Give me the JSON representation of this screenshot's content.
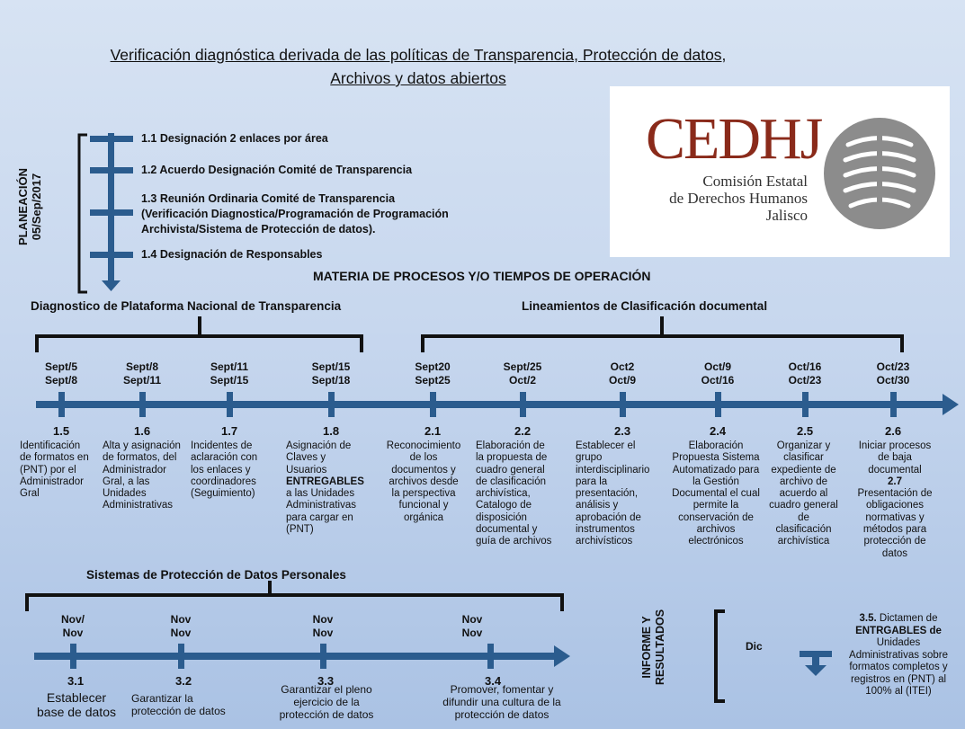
{
  "title": {
    "line1": "Verificación diagnóstica derivada de las políticas de Transparencia, Protección de datos,",
    "line2": "Archivos y datos abiertos"
  },
  "logo": {
    "acronym": "CEDHJ",
    "line1": "Comisión Estatal",
    "line2": "de Derechos Humanos",
    "line3": "Jalisco"
  },
  "planeacion": {
    "label": "PLANEACIÓN",
    "date": "05/Sep/2017",
    "items": [
      "1.1 Designación 2 enlaces por área",
      "1.2 Acuerdo Designación Comité de Transparencia",
      "1.3 Reunión Ordinaria Comité de Transparencia",
      "(Verificación Diagnostica/Programación de Programación",
      "Archivista/Sistema de Protección de datos).",
      "1.4 Designación de Responsables"
    ]
  },
  "materia": "MATERIA DE PROCESOS Y/O TIEMPOS DE OPERACIÓN",
  "group1": "Diagnostico de Plataforma Nacional de Transparencia",
  "group2": "Lineamientos de Clasificación documental",
  "timeline": [
    {
      "d1": "Sept/5",
      "d2": "Sept/8",
      "num": "1.5",
      "desc": [
        "Identificación",
        "de formatos en",
        "(PNT) por el",
        "Administrador",
        "Gral"
      ]
    },
    {
      "d1": "Sept/8",
      "d2": "Sept/11",
      "num": "1.6",
      "desc": [
        "Alta y asignación",
        "de formatos, del",
        "Administrador",
        "Gral, a las",
        "Unidades",
        "Administrativas"
      ]
    },
    {
      "d1": "Sept/11",
      "d2": "Sept/15",
      "num": "1.7",
      "desc": [
        "Incidentes de",
        "aclaración con",
        "los enlaces y",
        "coordinadores",
        "(Seguimiento)"
      ]
    },
    {
      "d1": "Sept/15",
      "d2": "Sept/18",
      "num": "1.8",
      "desc": [
        "Asignación de",
        "Claves y",
        "Usuarios",
        "ENTREGABLES",
        "a las Unidades",
        "Administrativas",
        "para cargar en",
        "(PNT)"
      ]
    },
    {
      "d1": "Sept20",
      "d2": "Sept25",
      "num": "2.1",
      "desc": [
        "Reconocimiento",
        "de los",
        "documentos y",
        "archivos desde",
        "la perspectiva",
        "funcional y",
        "orgánica"
      ]
    },
    {
      "d1": "Sept/25",
      "d2": "Oct/2",
      "num": "2.2",
      "desc": [
        "Elaboración de",
        "la propuesta de",
        "cuadro general",
        "de clasificación",
        "archivística,",
        "Catalogo de",
        "disposición",
        "documental y",
        "guía de archivos"
      ]
    },
    {
      "d1": "Oct2",
      "d2": "Oct/9",
      "num": "2.3",
      "desc": [
        "Establecer el",
        "grupo",
        "interdisciplinario",
        "para la",
        "presentación,",
        "análisis y",
        "aprobación de",
        "instrumentos",
        "archivísticos"
      ]
    },
    {
      "d1": "Oct/9",
      "d2": "Oct/16",
      "num": "2.4",
      "desc": [
        "Elaboración",
        "Propuesta Sistema",
        "Automatizado para",
        "la Gestión",
        "Documental el cual",
        "permite la",
        "conservación de",
        "archivos",
        "electrónicos"
      ]
    },
    {
      "d1": "Oct/16",
      "d2": "Oct/23",
      "num": "2.5",
      "desc": [
        "Organizar y",
        "clasificar",
        "expediente de",
        "archivo de",
        "acuerdo al",
        "cuadro general",
        "de",
        "clasificación",
        "archivística"
      ]
    },
    {
      "d1": "Oct/23",
      "d2": "Oct/30",
      "num": "2.6",
      "desc": [
        "Iniciar procesos",
        "de baja",
        "documental"
      ],
      "num2": "2.7",
      "desc2": [
        "Presentación de",
        "obligaciones",
        "normativas y",
        "métodos para",
        "protección de",
        "datos"
      ]
    }
  ],
  "group3": "Sistemas de Protección de Datos Personales",
  "timeline2": [
    {
      "d1": "Nov/",
      "d2": "Nov",
      "num": "3.1",
      "desc": [
        "Establecer",
        "base de datos"
      ]
    },
    {
      "d1": "Nov",
      "d2": "Nov",
      "num": "3.2",
      "desc": [
        "Garantizar la",
        "protección de datos"
      ]
    },
    {
      "d1": "Nov",
      "d2": "Nov",
      "num": "3.3",
      "desc": [
        "Garantizar el pleno",
        "ejercicio de la",
        "protección de datos"
      ]
    },
    {
      "d1": "Nov",
      "d2": "Nov",
      "num": "3.4",
      "desc": [
        "Promover, fomentar y",
        "difundir una cultura de la",
        "protección de datos"
      ]
    }
  ],
  "informe": {
    "label1": "INFORME Y",
    "label2": "RESULTADOS",
    "date": "Dic",
    "num": "3.5.",
    "desc": [
      "Dictamen de",
      "ENTRGABLES de",
      "Unidades",
      "Administrativas sobre",
      "formatos completos y",
      "registros en (PNT) al",
      "100% al (ITEI)"
    ]
  },
  "colors": {
    "arrow": "#2b5c8e",
    "bracket": "#111111",
    "logo_red": "#8a2a1a",
    "logo_gray": "#8c8c8c"
  }
}
